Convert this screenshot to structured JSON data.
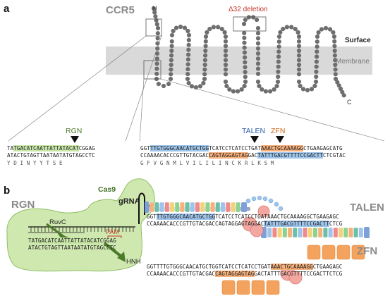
{
  "panel_a": {
    "letter": "a",
    "protein_name": "CCR5",
    "n_terminus": "N",
    "c_terminus": "C",
    "deletion_label": "Δ32 deletion",
    "surface_label": "Surface",
    "membrane_label": "Membrane",
    "rgn_label": "RGN",
    "talen_label": "TALEN",
    "zfn_label": "ZFN",
    "left_seq": {
      "top_pre": "TA",
      "top_hl": "TGACATCAATTATTATACAT",
      "top_post": "CGGAG",
      "bottom": "ATACTGTAGTTAATAATATGTAGCCTC",
      "aa": "Y   D   I   N   Y   Y   T   S   E"
    },
    "right_seq": {
      "top_pre": "GGT",
      "top_hl1": "TTGTGGGCAACATGCTGG",
      "top_mid": "TCATCCTCATCCTGAT",
      "top_hl2": "AAACTGCAAAAGG",
      "top_post": "CTGAAGAGCATG",
      "bot_pre": "CCAAAACACCCGTTGTACGAC",
      "bot_hl1": "CAGTAGGAGTAG",
      "bot_mid": "GAC",
      "bot_hl2": "TATTTGACGTTTTCCGACTT",
      "bot_post": "CTCGTAC",
      "aa": "G   F   V   G   N   M   L   V   I   L   I   L   I   N   C   K   R   L   K   S   M"
    }
  },
  "panel_b": {
    "letter": "b",
    "rgn_title": "RGN",
    "cas9_label": "Cas9",
    "grna_label": "gRNA",
    "ruvc_label": "RuvC",
    "pam_label": "PAM",
    "hnh_label": "HNH",
    "rgn_seq_top_pre": "TA",
    "rgn_seq_top_hl": "TGACATCAATTATTATACAT",
    "rgn_seq_top_post": "CGGAG",
    "rgn_seq_bottom": "ATACTGTAGTTAATAATATGTAGCCTC",
    "talen_title": "TALEN",
    "talen_seq_top_pre": "GGT",
    "talen_seq_top_hl": "TTGTGGGCAACATGCTGG",
    "talen_seq_top_post": "TCATCCTCATCCTGATAAACTGCAAAAGGCTGAAGAGC",
    "talen_seq_bot_pre": "CCAAAACACCCGTTGTACGACCAGTAGGAGTAGGAC",
    "talen_seq_bot_hl": "TATTTGACGTTTTCCGACTT",
    "talen_seq_bot_post": "CTCG",
    "zfn_title": "ZFN",
    "zfn_seq_top_pre": "GGTTTTGTGGGCAACATGCTGGTCATCCTCATCCTGAT",
    "zfn_seq_top_hl": "AAACTGCAAAAGG",
    "zfn_seq_top_post": "CTGAAGAGC",
    "zfn_seq_bot_pre": "CCAAAACACCCGTTGTACGAC",
    "zfn_seq_bot_hl": "CAGTAGGAGTAG",
    "zfn_seq_bot_post": "GACTATTTGACGTTTTCCGACTTCTCG"
  },
  "colors": {
    "membrane": "#d9d9d9",
    "bead": "#6e6e6e",
    "green": "#c8e6a8",
    "blue": "#9ec4ea",
    "orange": "#f6b07c",
    "red_label": "#c0392b",
    "dark_green": "#4d7a2a"
  }
}
